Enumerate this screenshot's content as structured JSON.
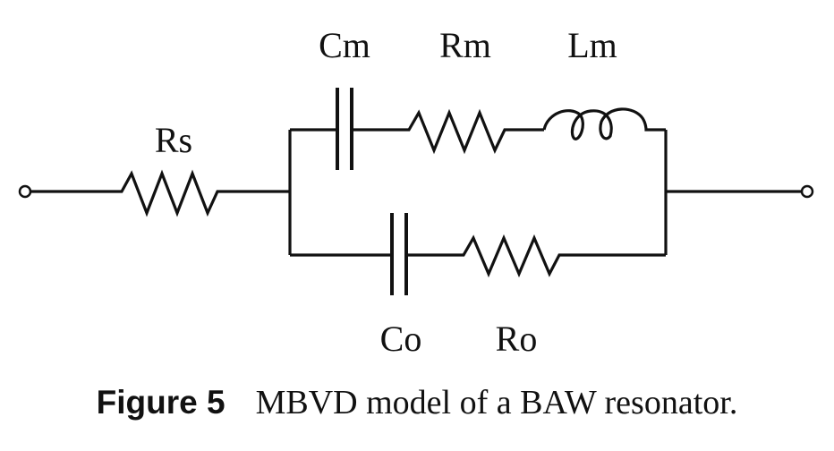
{
  "components": {
    "rs": "Rs",
    "cm": "Cm",
    "rm": "Rm",
    "lm": "Lm",
    "co": "Co",
    "ro": "Ro"
  },
  "caption": {
    "figure_label": "Figure 5",
    "text": "MBVD model of a BAW resonator."
  }
}
